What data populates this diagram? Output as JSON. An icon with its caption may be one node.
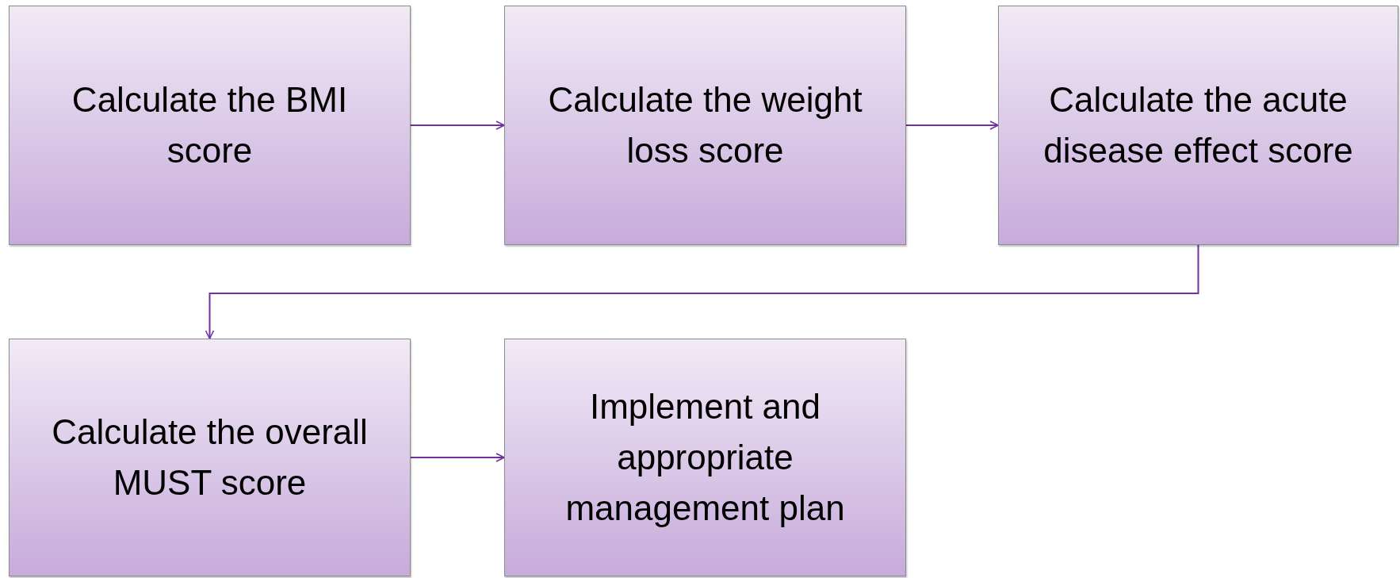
{
  "diagram": {
    "nodes": [
      {
        "text": [
          "Calculate the BMI score"
        ]
      },
      {
        "text": [
          "Calculate the weight loss score"
        ]
      },
      {
        "text": [
          "Calculate the acute disease effect score"
        ]
      },
      {
        "text": [
          "Calculate the overall MUST score"
        ]
      },
      {
        "text": [
          "Implement and appropriate management plan"
        ]
      }
    ],
    "edges": [
      {
        "from": 0,
        "to": 1,
        "arrow": "to"
      },
      {
        "from": 1,
        "to": 2,
        "arrow": "to"
      },
      {
        "from": 2,
        "to": 3,
        "arrow": "to"
      },
      {
        "from": 3,
        "to": 4,
        "arrow": "to"
      }
    ]
  }
}
